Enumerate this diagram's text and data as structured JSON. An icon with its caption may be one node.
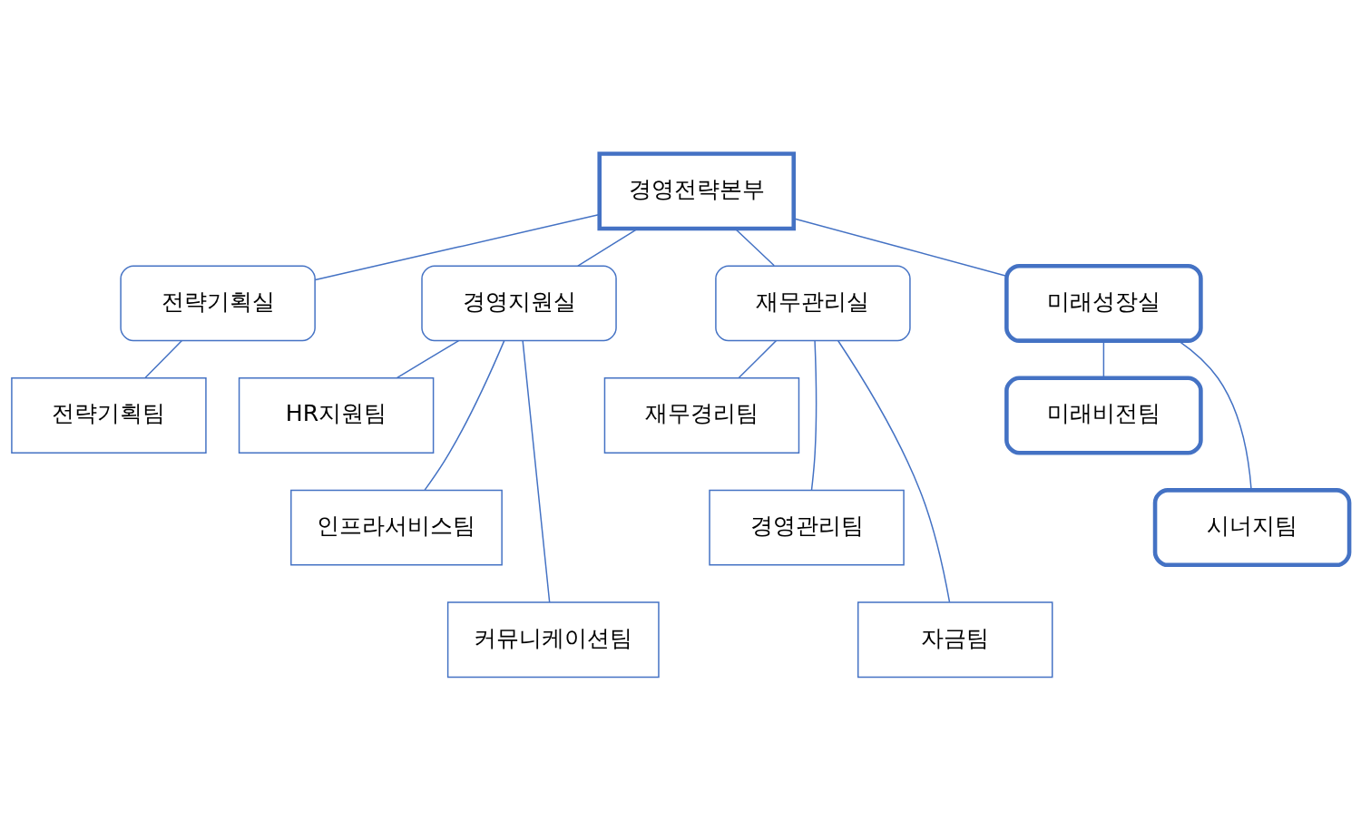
{
  "diagram": {
    "nodes": [
      {
        "text": [
          "경영전략본부"
        ]
      },
      {
        "text": [
          "전략기획실"
        ]
      },
      {
        "text": [
          "경영지원실"
        ]
      },
      {
        "text": [
          "재무관리실"
        ]
      },
      {
        "text": [
          "미래성장실"
        ]
      },
      {
        "text": [
          "전략기획팀"
        ]
      },
      {
        "text": [
          "HR지원팀"
        ]
      },
      {
        "text": [
          "인프라서비스팀"
        ]
      },
      {
        "text": [
          "커뮤니케이션팀"
        ]
      },
      {
        "text": [
          "재무경리팀"
        ]
      },
      {
        "text": [
          "경영관리팀"
        ]
      },
      {
        "text": [
          "자금팀"
        ]
      },
      {
        "text": [
          "미래비전팀"
        ]
      },
      {
        "text": [
          "시너지팀"
        ]
      }
    ],
    "edges": [
      {
        "from": 0,
        "to": 1,
        "arrow": "none"
      },
      {
        "from": 0,
        "to": 2,
        "arrow": "none"
      },
      {
        "from": 0,
        "to": 3,
        "arrow": "none"
      },
      {
        "from": 0,
        "to": 4,
        "arrow": "none"
      },
      {
        "from": 1,
        "to": 5,
        "arrow": "none"
      },
      {
        "from": 2,
        "to": 6,
        "arrow": "none"
      },
      {
        "from": 2,
        "to": 7,
        "arrow": "none"
      },
      {
        "from": 2,
        "to": 8,
        "arrow": "none"
      },
      {
        "from": 3,
        "to": 9,
        "arrow": "none"
      },
      {
        "from": 3,
        "to": 10,
        "arrow": "none"
      },
      {
        "from": 3,
        "to": 11,
        "arrow": "none"
      },
      {
        "from": 4,
        "to": 12,
        "arrow": "none"
      },
      {
        "from": 4,
        "to": 13,
        "arrow": "none"
      }
    ]
  }
}
